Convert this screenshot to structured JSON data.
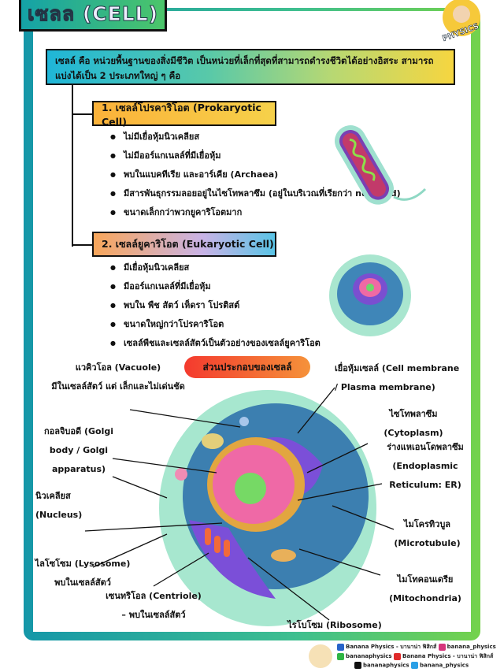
{
  "title": "เซลล (CELL)",
  "logo_text": "PHYSICS",
  "intro": "เซลล์ คือ หน่วยพื้นฐานของสิ่งมีชีวิต เป็นหน่วยที่เล็กที่สุดที่สามารถดำรงชีวิตได้อย่างอิสระ สามารถแบ่งได้เป็น 2 ประเภทใหญ่ ๆ คือ",
  "types": [
    {
      "heading": "1. เซลล์โปรคาริโอต (Prokaryotic Cell)",
      "bullets": [
        "ไม่มีเยื่อหุ้มนิวเคลียส",
        "ไม่มีออร์แกเนลล์ที่มีเยื่อหุ้ม",
        "พบในแบคทีเรีย และอาร์เคีย (Archaea)",
        "มีสารพันธุกรรมลอยอยู่ในไซโทพลาซึม (อยู่ในบริเวณที่เรียกว่า nucleoid)",
        "ขนาดเล็กกว่าพวกยูคาริโอตมาก"
      ]
    },
    {
      "heading": "2. เซลล์ยูคาริโอต (Eukaryotic Cell)",
      "bullets": [
        "มีเยื่อหุ้มนิวเคลียส",
        "มีออร์แกเนลล์ที่มีเยื่อหุ้ม",
        "พบใน พืช สัตว์ เห็ดรา โปรติสต์",
        "ขนาดใหญ่กว่าโปรคาริโอต",
        "เซลล์พืชและเซลล์สัตว์เป็นตัวอย่างของเซลล์ยูคาริโอต"
      ]
    }
  ],
  "components_title": "ส่วนประกอบของเซลล์",
  "labels": {
    "vacuole": [
      "แวคิวโอล (Vacuole)",
      "มีในเซลล์สัตว์ แต่ เล็กและไม่เด่นชัด"
    ],
    "golgi": [
      "กอลจิบอดี (Golgi",
      "body / Golgi",
      "apparatus)"
    ],
    "nucleus": [
      "นิวเคลียส",
      "(Nucleus)"
    ],
    "lysosome": [
      "ไลโซโซม (Lysosome)",
      "พบในเซลล์สัตว์"
    ],
    "centriole": [
      "เซนทริโอล (Centriole)",
      "– พบในเซลล์สัตว์"
    ],
    "ribosome": [
      "ไรโบโซม (Ribosome)"
    ],
    "membrane": [
      "เยื่อหุ้มเซลล์ (Cell membrane",
      "/ Plasma membrane)"
    ],
    "cytoplasm": [
      "ไซโทพลาซึม (Cytoplasm)"
    ],
    "er": [
      "ร่างแหเอนโดพลาซึม",
      "(Endoplasmic",
      "Reticulum: ER)"
    ],
    "microtubule": [
      "ไมโครทิวบูล",
      "(Microtubule)"
    ],
    "mitochondria": [
      "ไมโทคอนเดรีย",
      "(Mitochondria)"
    ]
  },
  "footer": {
    "facebook": "Banana Physics - บานาน่า ฟิสิกส์",
    "instagram": "banana_physics",
    "line": "bananaphysics",
    "youtube": "Banana Physics - บานาน่า ฟิสิกส์",
    "tiktok": "bananaphysics",
    "twitter": "banana_physics"
  }
}
